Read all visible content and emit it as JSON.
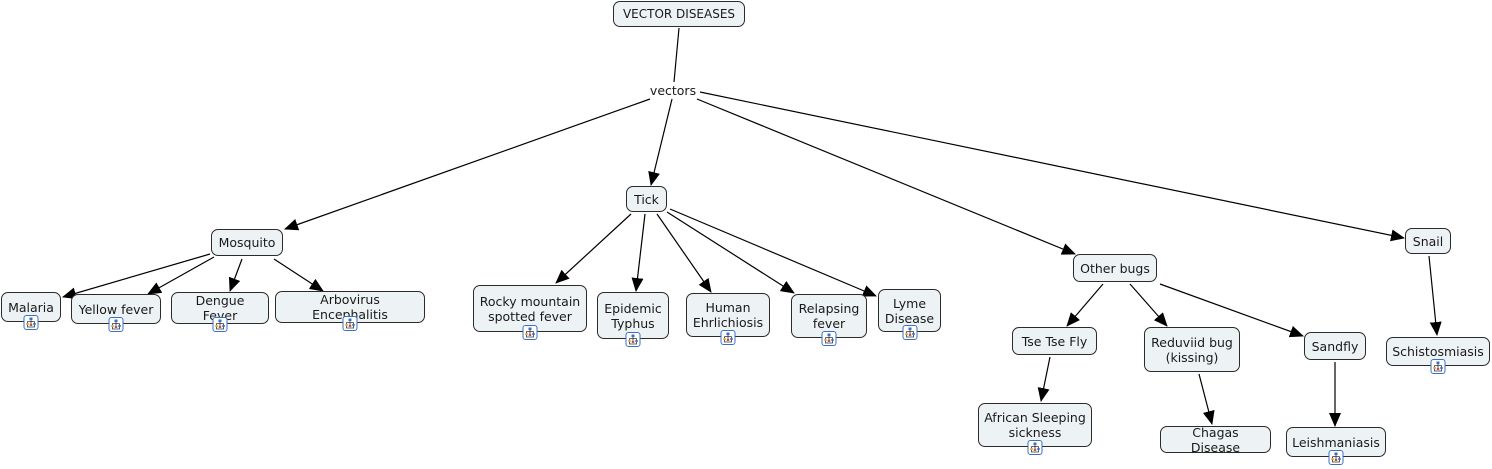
{
  "title": "VECTOR DISEASES",
  "colors": {
    "node_fill": "#edf3f5",
    "node_border": "#2b2b2b",
    "link": "#000000",
    "submap_icon": "#3b6fc4"
  },
  "nodes": [
    {
      "id": "root",
      "label": "VECTOR DISEASES",
      "kind": "root",
      "submap": false
    },
    {
      "id": "vectors",
      "label": "vectors",
      "kind": "linking-phrase",
      "submap": false
    },
    {
      "id": "mosquito",
      "label": "Mosquito",
      "kind": "concept",
      "submap": false
    },
    {
      "id": "tick",
      "label": "Tick",
      "kind": "concept",
      "submap": false
    },
    {
      "id": "other-bugs",
      "label": "Other bugs",
      "kind": "concept",
      "submap": false
    },
    {
      "id": "snail",
      "label": "Snail",
      "kind": "concept",
      "submap": false
    },
    {
      "id": "malaria",
      "label": "Malaria",
      "kind": "concept",
      "submap": true
    },
    {
      "id": "yellow-fever",
      "label": "Yellow fever",
      "kind": "concept",
      "submap": true
    },
    {
      "id": "dengue-fever",
      "label": "Dengue Fever",
      "kind": "concept",
      "submap": true
    },
    {
      "id": "arbovirus",
      "label": "Arbovirus Encephalitis",
      "kind": "concept",
      "submap": true
    },
    {
      "id": "rocky-mountain",
      "label": "Rocky mountain\nspotted fever",
      "kind": "concept",
      "submap": true
    },
    {
      "id": "epidemic-typhus",
      "label": "Epidemic\nTyphus",
      "kind": "concept",
      "submap": true
    },
    {
      "id": "human-ehrlichiosis",
      "label": "Human\nEhrlichiosis",
      "kind": "concept",
      "submap": true
    },
    {
      "id": "relapsing-fever",
      "label": "Relapsing\nfever",
      "kind": "concept",
      "submap": true
    },
    {
      "id": "lyme-disease",
      "label": "Lyme\nDisease",
      "kind": "concept",
      "submap": true
    },
    {
      "id": "tse-tse-fly",
      "label": "Tse Tse Fly",
      "kind": "concept",
      "submap": false
    },
    {
      "id": "reduviid-bug",
      "label": "Reduviid bug\n(kissing)",
      "kind": "concept",
      "submap": false
    },
    {
      "id": "sandfly",
      "label": "Sandfly",
      "kind": "concept",
      "submap": false
    },
    {
      "id": "schistosmiasis",
      "label": "Schistosmiasis",
      "kind": "concept",
      "submap": true
    },
    {
      "id": "african-sleeping",
      "label": "African Sleeping\nsickness",
      "kind": "concept",
      "submap": true
    },
    {
      "id": "chagas",
      "label": "Chagas Disease",
      "kind": "concept",
      "submap": false
    },
    {
      "id": "leishmaniasis",
      "label": "Leishmaniasis",
      "kind": "concept",
      "submap": true
    }
  ],
  "links": [
    {
      "from": "root",
      "to": "vectors",
      "arrow": false
    },
    {
      "from": "vectors",
      "to": "mosquito",
      "arrow": true
    },
    {
      "from": "vectors",
      "to": "tick",
      "arrow": true
    },
    {
      "from": "vectors",
      "to": "other-bugs",
      "arrow": true
    },
    {
      "from": "vectors",
      "to": "snail",
      "arrow": true
    },
    {
      "from": "mosquito",
      "to": "malaria",
      "arrow": true
    },
    {
      "from": "mosquito",
      "to": "yellow-fever",
      "arrow": true
    },
    {
      "from": "mosquito",
      "to": "dengue-fever",
      "arrow": true
    },
    {
      "from": "mosquito",
      "to": "arbovirus",
      "arrow": true
    },
    {
      "from": "tick",
      "to": "rocky-mountain",
      "arrow": true
    },
    {
      "from": "tick",
      "to": "epidemic-typhus",
      "arrow": true
    },
    {
      "from": "tick",
      "to": "human-ehrlichiosis",
      "arrow": true
    },
    {
      "from": "tick",
      "to": "relapsing-fever",
      "arrow": true
    },
    {
      "from": "tick",
      "to": "lyme-disease",
      "arrow": true
    },
    {
      "from": "other-bugs",
      "to": "tse-tse-fly",
      "arrow": true
    },
    {
      "from": "other-bugs",
      "to": "reduviid-bug",
      "arrow": true
    },
    {
      "from": "other-bugs",
      "to": "sandfly",
      "arrow": true
    },
    {
      "from": "snail",
      "to": "schistosmiasis",
      "arrow": true
    },
    {
      "from": "tse-tse-fly",
      "to": "african-sleeping",
      "arrow": true
    },
    {
      "from": "reduviid-bug",
      "to": "chagas",
      "arrow": true
    },
    {
      "from": "sandfly",
      "to": "leishmaniasis",
      "arrow": true
    }
  ],
  "submap_icon": "concept-map-icon"
}
